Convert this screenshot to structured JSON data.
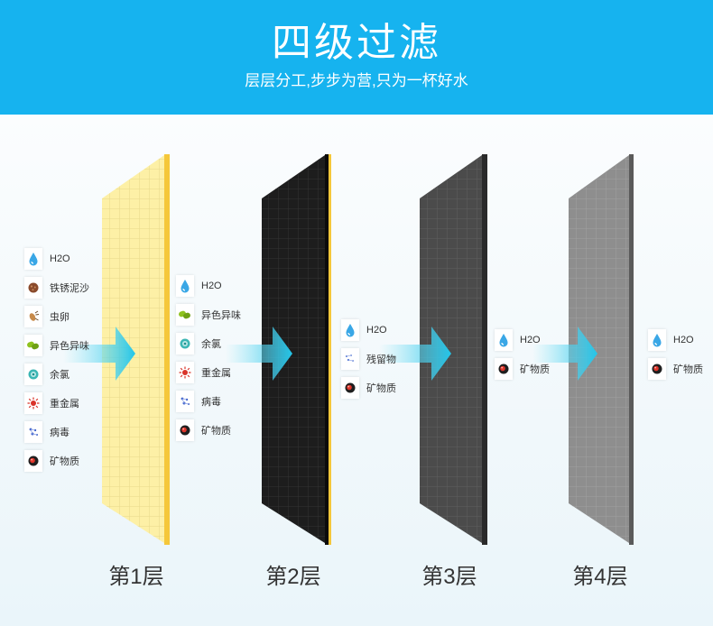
{
  "header": {
    "title": "四级过滤",
    "subtitle": "层层分工,步步为营,只为一杯好水"
  },
  "groups": [
    {
      "items": [
        {
          "label": "H2O",
          "icon": "water-drop-icon"
        },
        {
          "label": "铁锈泥沙",
          "icon": "rust-sand-icon"
        },
        {
          "label": "虫卵",
          "icon": "insect-egg-icon"
        },
        {
          "label": "异色异味",
          "icon": "odor-capsule-icon"
        },
        {
          "label": "余氯",
          "icon": "chlorine-icon"
        },
        {
          "label": "重金属",
          "icon": "heavy-metal-icon"
        },
        {
          "label": "病毒",
          "icon": "virus-icon"
        },
        {
          "label": "矿物质",
          "icon": "mineral-icon"
        }
      ]
    },
    {
      "items": [
        {
          "label": "H2O",
          "icon": "water-drop-icon"
        },
        {
          "label": "异色异味",
          "icon": "odor-capsule-icon"
        },
        {
          "label": "余氯",
          "icon": "chlorine-icon"
        },
        {
          "label": "重金属",
          "icon": "heavy-metal-icon"
        },
        {
          "label": "病毒",
          "icon": "virus-icon"
        },
        {
          "label": "矿物质",
          "icon": "mineral-icon"
        }
      ]
    },
    {
      "items": [
        {
          "label": "H2O",
          "icon": "water-drop-icon"
        },
        {
          "label": "残留物",
          "icon": "residue-icon"
        },
        {
          "label": "矿物质",
          "icon": "mineral-icon"
        }
      ]
    },
    {
      "items": [
        {
          "label": "H2O",
          "icon": "water-drop-icon"
        },
        {
          "label": "矿物质",
          "icon": "mineral-icon"
        }
      ]
    },
    {
      "items": [
        {
          "label": "H2O",
          "icon": "water-drop-icon"
        },
        {
          "label": "矿物质",
          "icon": "mineral-icon"
        }
      ]
    }
  ],
  "layers": [
    {
      "label": "第1层",
      "color": "#fdf0a6"
    },
    {
      "label": "第2层",
      "color": "#1d1d1d"
    },
    {
      "label": "第3层",
      "color": "#4b4b4b"
    },
    {
      "label": "第4层",
      "color": "#8e8e8e"
    }
  ],
  "colors": {
    "header_bg": "#16b3ef",
    "arrow": "#23c6ea"
  }
}
